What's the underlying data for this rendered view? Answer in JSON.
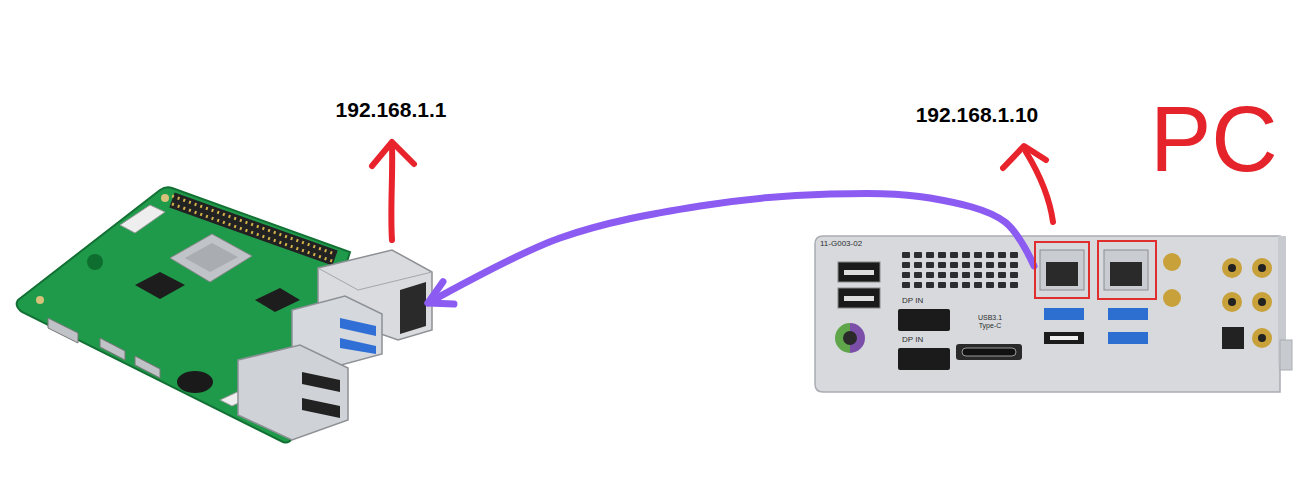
{
  "diagram": {
    "nodes": [
      {
        "text": [
          "192.168.1.1"
        ]
      },
      {
        "text": [
          "192.168.1.10"
        ]
      }
    ],
    "edges": [
      {
        "from": 1,
        "to": 0,
        "arrow": "to"
      }
    ],
    "labels": [
      "PC",
      "11-G003-02",
      "DP IN",
      "DP IN",
      "USB3.1 Type-C"
    ]
  }
}
